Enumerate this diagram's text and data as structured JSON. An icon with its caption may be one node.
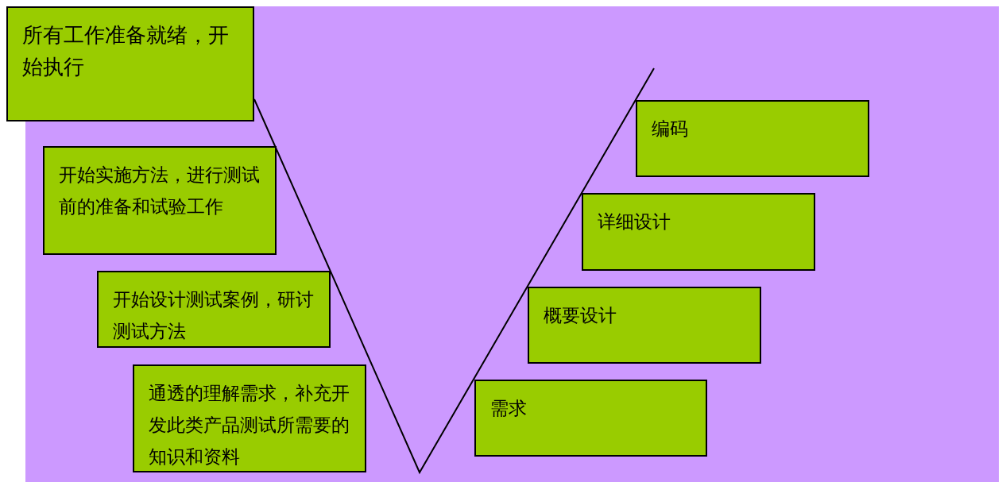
{
  "diagram": {
    "nodes": [
      {
        "text": [
          "所有工作准备就绪，开始执行"
        ]
      },
      {
        "text": [
          "开始实施方法，进行测试前的准备和试验工作"
        ]
      },
      {
        "text": [
          "开始设计测试案例，研讨测试方法"
        ]
      },
      {
        "text": [
          "通透的理解需求，补充开发此类产品测试所需要的知识和资料"
        ]
      },
      {
        "text": [
          "需求"
        ]
      },
      {
        "text": [
          "概要设计"
        ]
      },
      {
        "text": [
          "详细设计"
        ]
      },
      {
        "text": [
          "编码"
        ]
      }
    ]
  }
}
